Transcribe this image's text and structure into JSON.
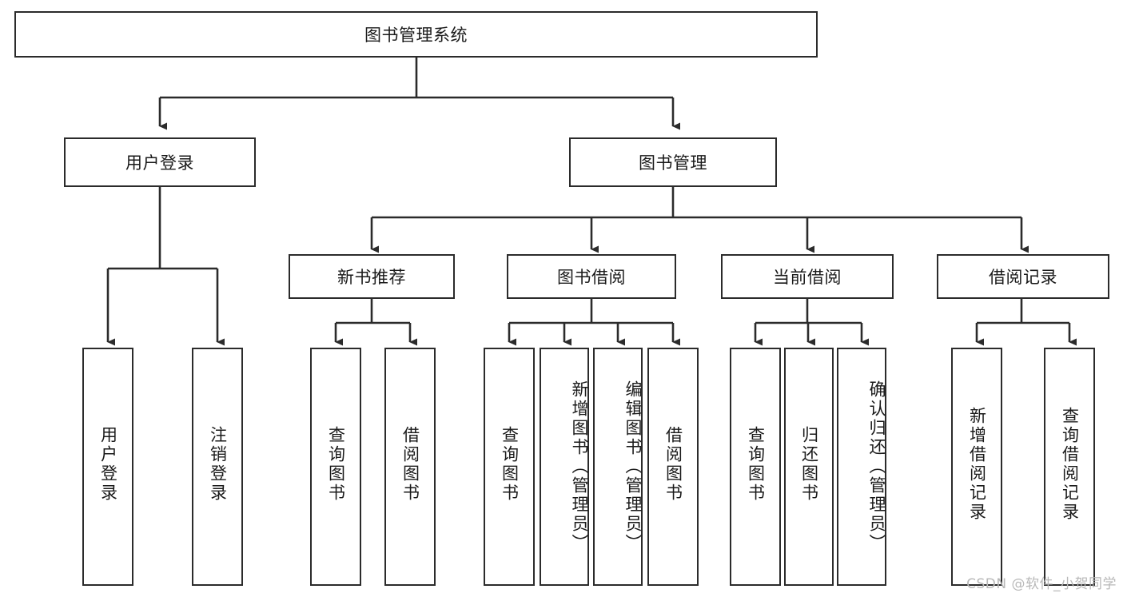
{
  "diagram": {
    "title": "图书管理系统",
    "type": "tree-hierarchy",
    "watermark": "CSDN @软件_小贺同学",
    "colors": {
      "box_border": "#2b2b2b",
      "box_fill": "#ffffff",
      "connector": "#2b2b2b",
      "text": "#1a1a1a",
      "watermark": "#b8b8b8",
      "background": "#ffffff"
    },
    "root": {
      "label": "图书管理系统"
    },
    "level2": [
      {
        "label": "用户登录"
      },
      {
        "label": "图书管理"
      }
    ],
    "level3": [
      {
        "label": "新书推荐"
      },
      {
        "label": "图书借阅"
      },
      {
        "label": "当前借阅"
      },
      {
        "label": "借阅记录"
      }
    ],
    "leaves": {
      "user_login": [
        {
          "label": "用户登录"
        },
        {
          "label": "注销登录"
        }
      ],
      "new_book_recommend": [
        {
          "label": "查询图书"
        },
        {
          "label": "借阅图书"
        }
      ],
      "book_borrow": [
        {
          "label": "查询图书"
        },
        {
          "label": "新增图书（管理员）"
        },
        {
          "label": "编辑图书（管理员）"
        },
        {
          "label": "借阅图书"
        }
      ],
      "current_borrow": [
        {
          "label": "查询图书"
        },
        {
          "label": "归还图书"
        },
        {
          "label": "确认归还（管理员）"
        }
      ],
      "borrow_record": [
        {
          "label": "新增借阅记录"
        },
        {
          "label": "查询借阅记录"
        }
      ]
    }
  }
}
